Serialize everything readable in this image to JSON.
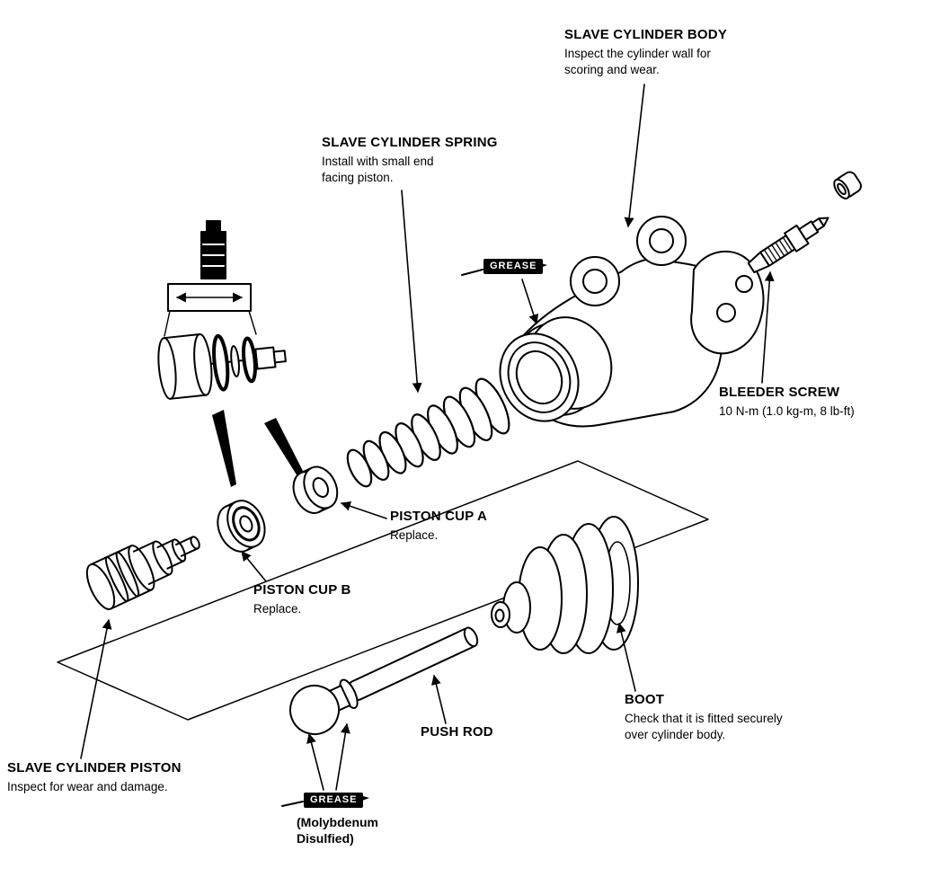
{
  "labels": {
    "slave_cylinder_body": {
      "title": "SLAVE CYLINDER BODY",
      "note": "Inspect the cylinder wall for\nscoring and wear."
    },
    "slave_cylinder_spring": {
      "title": "SLAVE CYLINDER SPRING",
      "note": "Install with small end\nfacing piston."
    },
    "bleeder_screw": {
      "title": "BLEEDER SCREW",
      "note": "10 N-m (1.0 kg-m, 8 lb-ft)"
    },
    "piston_cup_a": {
      "title": "PISTON CUP A",
      "note": "Replace."
    },
    "piston_cup_b": {
      "title": "PISTON CUP B",
      "note": "Replace."
    },
    "slave_cylinder_piston": {
      "title": "SLAVE CYLINDER PISTON",
      "note": "Inspect for wear and damage."
    },
    "push_rod": {
      "title": "PUSH ROD"
    },
    "boot": {
      "title": "BOOT",
      "note": "Check that it is fitted securely\nover cylinder body."
    },
    "grease_top": {
      "text": "GREASE"
    },
    "grease_bottom": {
      "text": "GREASE",
      "note": "(Molybdenum\nDisulfied)"
    }
  },
  "colors": {
    "ink": "#000000",
    "paper": "#ffffff"
  }
}
